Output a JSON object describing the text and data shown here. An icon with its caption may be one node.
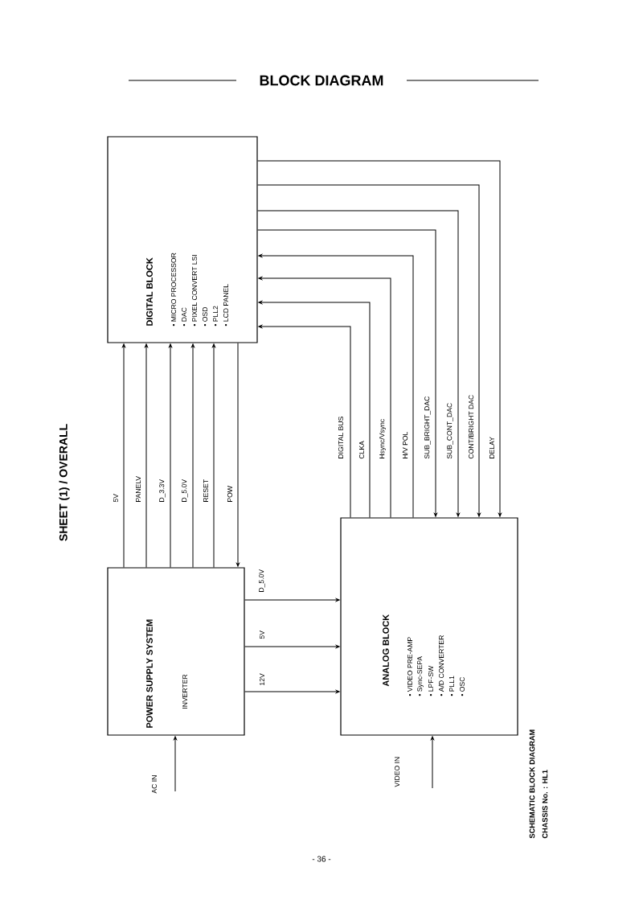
{
  "diagram": {
    "title": "BLOCK DIAGRAM",
    "nodes": [
      {
        "text": [
          "DIGITAL BLOCK",
          "• MICRO PROCESSOR",
          "• DAC",
          "• PIXEL CONVERT LSI",
          "• OSD",
          "• PLL2",
          "• LCD PANEL"
        ]
      },
      {
        "text": [
          "POWER SUPPLY SYSTEM",
          "INVERTER"
        ]
      },
      {
        "text": [
          "ANALOG BLOCK",
          "• VIDEO PRE-AMP",
          "• Sync-SEPA",
          "• LPF-SW",
          "• A/D CONVERTER",
          "• PLL1",
          "• OSC"
        ]
      }
    ],
    "edges": [
      {
        "from": 1,
        "to": 0,
        "arrow": "to",
        "label": "5V"
      },
      {
        "from": 1,
        "to": 0,
        "arrow": "to",
        "label": "PANELV"
      },
      {
        "from": 1,
        "to": 0,
        "arrow": "to",
        "label": "D_3.3V"
      },
      {
        "from": 1,
        "to": 0,
        "arrow": "to",
        "label": "D_5.0V"
      },
      {
        "from": 1,
        "to": 0,
        "arrow": "to",
        "label": "RESET"
      },
      {
        "from": 0,
        "to": 1,
        "arrow": "to",
        "label": "POW"
      },
      {
        "from": 1,
        "to": 2,
        "arrow": "to",
        "label": "D_5.0V"
      },
      {
        "from": 1,
        "to": 2,
        "arrow": "to",
        "label": "5V"
      },
      {
        "from": 1,
        "to": 2,
        "arrow": "to",
        "label": "12V"
      },
      {
        "from": 2,
        "to": 0,
        "arrow": "to",
        "label": "DIGITAL BUS"
      },
      {
        "from": 2,
        "to": 0,
        "arrow": "to",
        "label": "CLKA"
      },
      {
        "from": 2,
        "to": 0,
        "arrow": "to",
        "label": "Hsync/Vsync"
      },
      {
        "from": 2,
        "to": 0,
        "arrow": "to",
        "label": "H/V POL"
      },
      {
        "from": 0,
        "to": 2,
        "arrow": "to",
        "label": "SUB_BRIGHT_DAC"
      },
      {
        "from": 0,
        "to": 2,
        "arrow": "to",
        "label": "SUB_CONT_DAC"
      },
      {
        "from": 0,
        "to": 2,
        "arrow": "to",
        "label": "CONT/BRIGHT DAC"
      },
      {
        "from": 0,
        "to": 2,
        "arrow": "to",
        "label": "DELAY"
      },
      {
        "from": null,
        "to": 1,
        "arrow": "to",
        "label": "AC IN"
      },
      {
        "from": null,
        "to": 2,
        "arrow": "to",
        "label": "VIDEO IN"
      }
    ],
    "labels": [
      "SHEET (1) / OVERALL",
      "SCHEMATIC BLOCK DIAGRAM",
      "CHASSIS No. : HL1",
      "- 36 -"
    ]
  }
}
